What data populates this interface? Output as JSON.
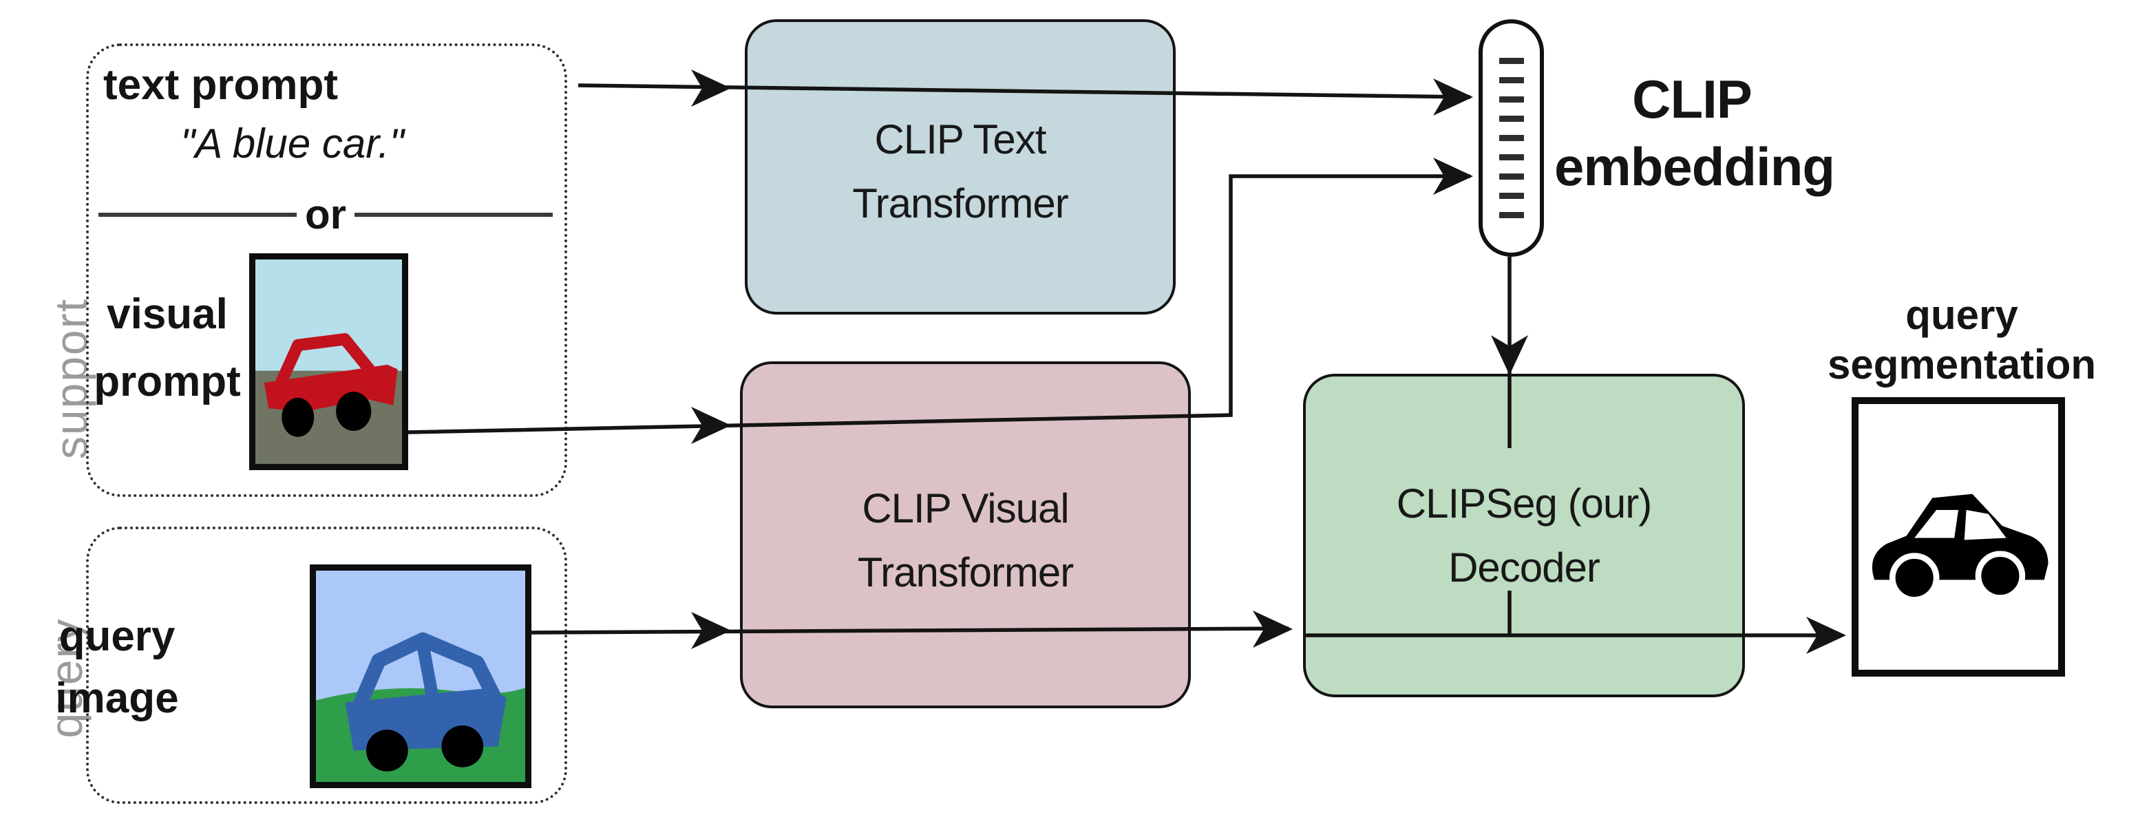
{
  "diagram": {
    "support_group": {
      "label": "support",
      "text_prompt_label": "text prompt",
      "text_prompt_quote": "\"A blue car.\"",
      "or_label": "or",
      "visual_prompt_line1": "visual",
      "visual_prompt_line2": "prompt"
    },
    "query_group": {
      "label": "query",
      "image_label_line1": "query",
      "image_label_line2": "image"
    },
    "boxes": {
      "text_transformer": {
        "line1": "CLIP Text",
        "line2": "Transformer",
        "fill": "#c4d8dd"
      },
      "visual_transformer": {
        "line1": "CLIP Visual",
        "line2": "Transformer",
        "fill": "#dcc2c6"
      },
      "decoder": {
        "line1": "CLIPSeg (our)",
        "line2": "Decoder",
        "fill": "#bddcc1"
      }
    },
    "embedding": {
      "label_line1": "CLIP",
      "label_line2": "embedding",
      "dash_count": 9
    },
    "output": {
      "label_line1": "query",
      "label_line2": "segmentation"
    },
    "colors": {
      "arrow": "#141414",
      "muted_label": "#9b9b9b",
      "support_sky": "#b5dfeb",
      "support_ground": "#6f7562",
      "support_car": "#c2121e",
      "query_sky": "#abc8f8",
      "query_grass": "#2e9e4b",
      "query_car": "#3463ae",
      "segmentation_car": "#000000"
    }
  }
}
